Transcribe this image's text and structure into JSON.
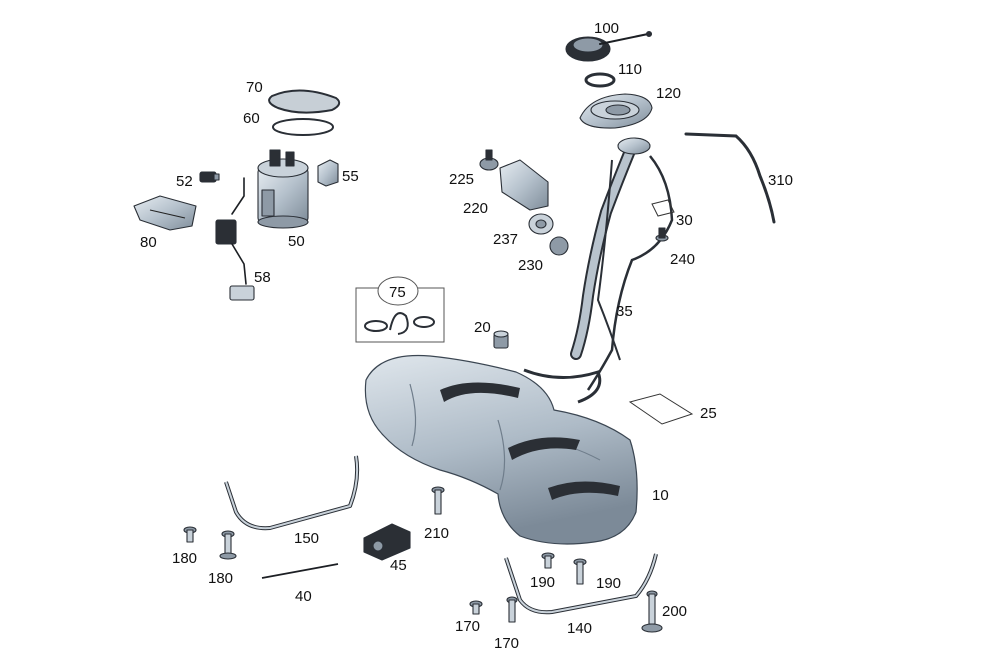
{
  "diagram": {
    "callouts": {
      "c100": "100",
      "c110": "110",
      "c120": "120",
      "c70": "70",
      "c60": "60",
      "c52": "52",
      "c55": "55",
      "c80": "80",
      "c50": "50",
      "c58": "58",
      "c225": "225",
      "c220": "220",
      "c237": "237",
      "c230": "230",
      "c310": "310",
      "c30": "30",
      "c240": "240",
      "c35": "35",
      "c75": "75",
      "c20": "20",
      "c25": "25",
      "c10": "10",
      "c150": "150",
      "c210": "210",
      "c180a": "180",
      "c180b": "180",
      "c45": "45",
      "c40": "40",
      "c190a": "190",
      "c190b": "190",
      "c200": "200",
      "c170a": "170",
      "c170b": "170",
      "c140": "140"
    },
    "colors": {
      "metal_light": "#dfe6ec",
      "metal_mid": "#a9b6c2",
      "metal_dark": "#6c7a88",
      "strap": "#2b2f35",
      "ink": "#111111"
    }
  }
}
